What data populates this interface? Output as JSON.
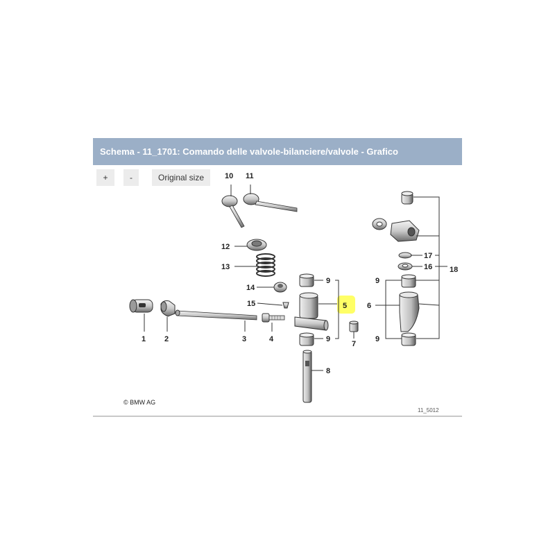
{
  "window": {
    "title": "Schema - 11_1701: Comando delle valvole-bilanciere/valvole - Grafico"
  },
  "toolbar": {
    "zoom_in_label": "+",
    "zoom_out_label": "-",
    "original_size_label": "Original size"
  },
  "diagram": {
    "copyright": "© BMW AG",
    "figure_id": "11_5012",
    "highlight_color": "#ffff66",
    "callouts": {
      "c1": "1",
      "c2": "2",
      "c3": "3",
      "c4": "4",
      "c5": "5",
      "c6": "6",
      "c7": "7",
      "c8": "8",
      "c9a": "9",
      "c9b": "9",
      "c9c": "9",
      "c9d": "9",
      "c10": "10",
      "c11": "11",
      "c12": "12",
      "c13": "13",
      "c14": "14",
      "c15": "15",
      "c16": "16",
      "c17": "17",
      "c18": "18"
    }
  }
}
